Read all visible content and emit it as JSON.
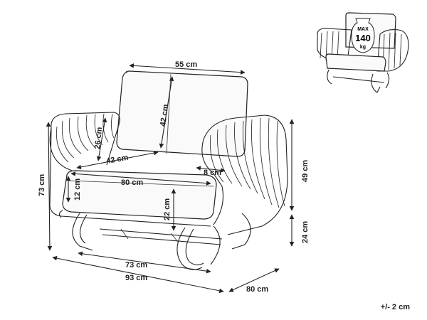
{
  "dimensions": {
    "seat_back_width": "55 cm",
    "back_height": "42 cm",
    "arm_height": "26 cm",
    "seat_depth": "42 cm",
    "seat_width": "80 cm",
    "arm_width": "8 cm",
    "cushion_thickness": "12 cm",
    "seat_height": "22 cm",
    "total_height": "73 cm",
    "front_height": "49 cm",
    "leg_height": "24 cm",
    "base_width": "73 cm",
    "total_width": "93 cm",
    "total_depth": "80 cm"
  },
  "weight_badge": {
    "top": "MAX",
    "value": "140",
    "unit": "kg"
  },
  "tolerance": "+/- 2 cm"
}
